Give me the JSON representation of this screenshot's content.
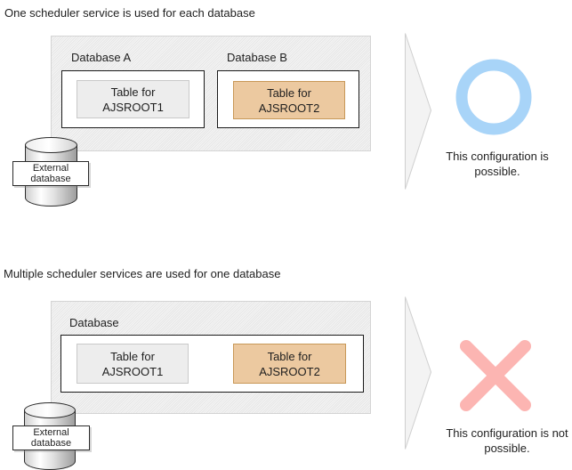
{
  "colors": {
    "page_background": "#ffffff",
    "panel_fill": "#ececec",
    "panel_border": "#d4d4d4",
    "database_box_border": "#1a1a1a",
    "table_gray_fill": "#ededed",
    "table_gray_border": "#c9c9c9",
    "table_orange_fill": "#ecc9a0",
    "table_orange_border": "#c89858",
    "arrow_fill": "#f3f3f3",
    "arrow_border": "#cfcfcf",
    "possible_ring_blue": "#a8d4f8",
    "not_possible_x_pink": "#fcb5b2",
    "text_color": "#1f1f1f"
  },
  "icons": {
    "external_database": "cylinder-database-icon",
    "flow_arrow": "right-arrowhead-icon",
    "possible": "circle-ring-icon",
    "not_possible": "x-cross-icon"
  },
  "section1": {
    "title": "One scheduler service is used for each database",
    "databases": [
      {
        "label": "Database A",
        "table_label": "Table for\nAJSROOT1"
      },
      {
        "label": "Database B",
        "table_label": "Table for\nAJSROOT2"
      }
    ],
    "external_db_label": "External\ndatabase",
    "result_text": "This configuration is\npossible."
  },
  "section2": {
    "title": "Multiple scheduler services are used for one database",
    "database_label": "Database",
    "tables": [
      {
        "table_label": "Table for\nAJSROOT1"
      },
      {
        "table_label": "Table for\nAJSROOT2"
      }
    ],
    "external_db_label": "External\ndatabase",
    "result_text": "This configuration is not\npossible."
  }
}
